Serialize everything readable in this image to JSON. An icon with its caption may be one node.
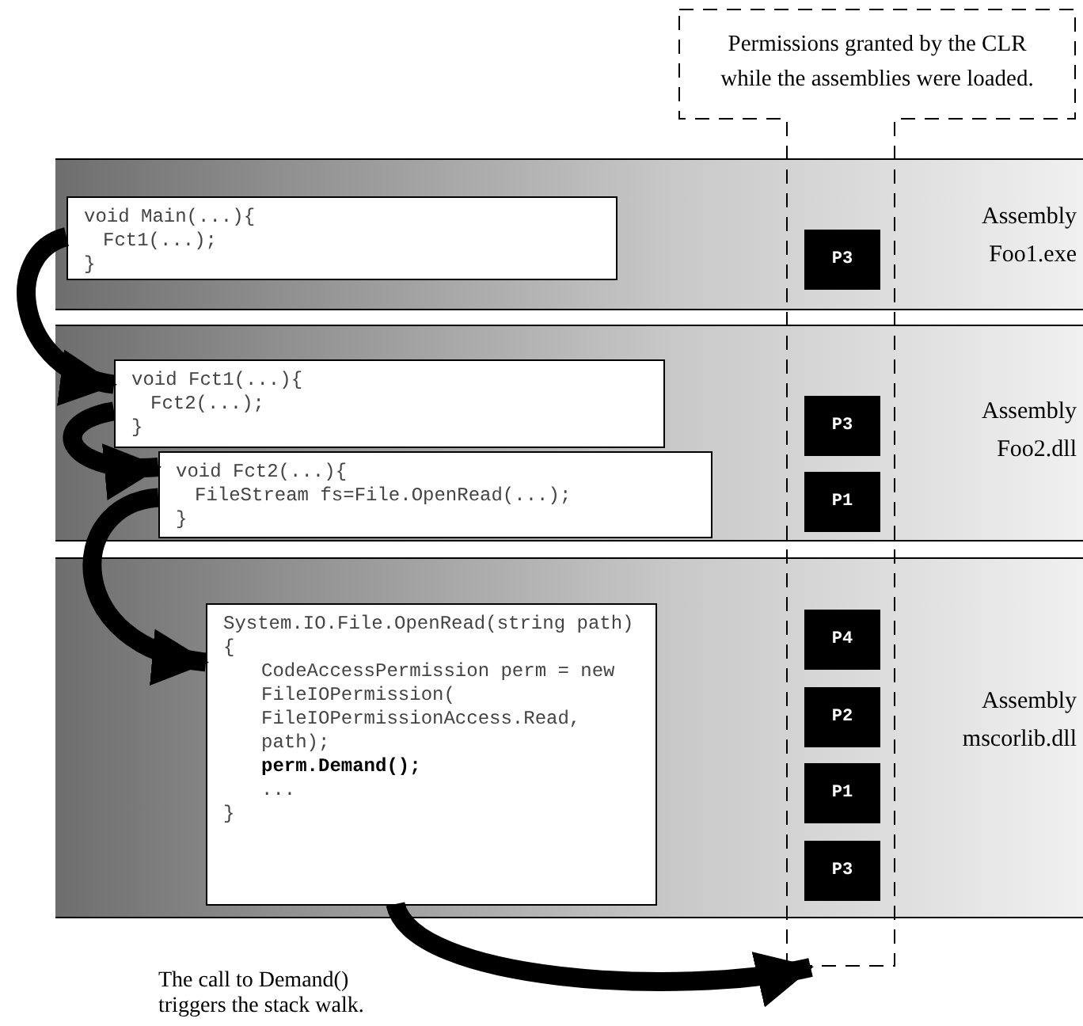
{
  "diagram": {
    "nodes": [
      {
        "text": [
          "Assembly Foo1.exe"
        ]
      },
      {
        "text": [
          "void Main(...){",
          "Fct1(...);",
          "}"
        ],
        "in": 0
      },
      {
        "text": [
          "P3"
        ]
      },
      {
        "text": [
          "Assembly Foo2.dll"
        ]
      },
      {
        "text": [
          "void Fct1(...){",
          "Fct2(...);",
          "}"
        ],
        "in": 3
      },
      {
        "text": [
          "void Fct2(...){",
          "FileStream fs=File.OpenRead(...);",
          "}"
        ],
        "in": 3
      },
      {
        "text": [
          "P3"
        ]
      },
      {
        "text": [
          "P1"
        ]
      },
      {
        "text": [
          "Assembly mscorlib.dll"
        ]
      },
      {
        "text": [
          "System.IO.File.OpenRead(string path){",
          "CodeAccessPermission perm = new FileIOPermission( FileIOPermissionAccess.Read, path);",
          "perm.Demand();",
          "...",
          "}"
        ],
        "in": 8
      },
      {
        "text": [
          "P4"
        ]
      },
      {
        "text": [
          "P2"
        ]
      },
      {
        "text": [
          "P1"
        ]
      },
      {
        "text": [
          "P3"
        ]
      },
      {
        "text": [
          "Permissions granted by the CLR while the assemblies were loaded."
        ]
      }
    ],
    "edges": [
      {
        "from": 1,
        "to": 4,
        "arrow": "to"
      },
      {
        "from": 4,
        "to": 5,
        "arrow": "to"
      },
      {
        "from": 5,
        "to": 9,
        "arrow": "to"
      },
      {
        "from": 9,
        "to": 14,
        "arrow": "to"
      }
    ],
    "labels": [
      "The call to Demand() triggers the stack walk."
    ]
  }
}
